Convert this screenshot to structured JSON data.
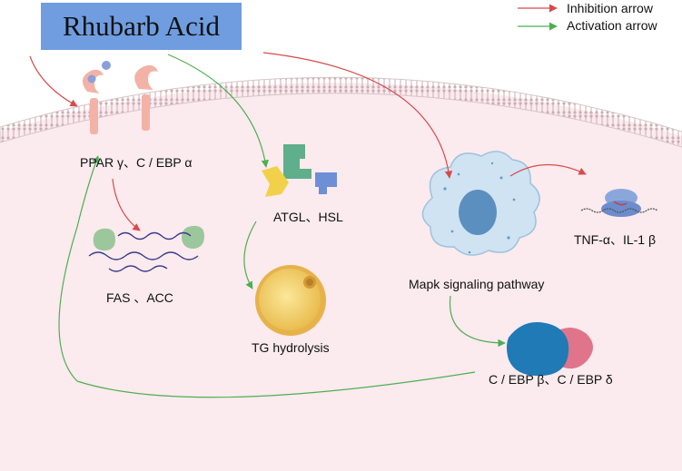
{
  "title": "Rhubarb Acid",
  "legend": {
    "inhibition": "Inhibition arrow",
    "activation": "Activation arrow",
    "inhibition_color": "#d84b4b",
    "activation_color": "#4caf50"
  },
  "labels": {
    "ppar": "PPAR γ、C / EBP α",
    "fas": "FAS 、ACC",
    "atgl": "ATGL、HSL",
    "tg": "TG hydrolysis",
    "mapk": "Mapk signaling pathway",
    "tnf": "TNF-α、IL-1 β",
    "cebp": "C / EBP β、C / EBP δ"
  },
  "colors": {
    "cell_fill": "#fbeaee",
    "membrane": "#c9aeb4",
    "receptor": "#f2b3a6",
    "ligand": "#8aa0d8",
    "fas_protein": "#9cc79c",
    "atgl_green": "#5fae8c",
    "atgl_yellow": "#f2d14a",
    "atgl_blue": "#6d8fd6",
    "lipid_fill": "#f6d86b",
    "macrophage": "#cfe3f2",
    "nucleus": "#5b8fbf",
    "cebp_blue": "#1f7ab5",
    "cebp_pink": "#e0748a"
  }
}
